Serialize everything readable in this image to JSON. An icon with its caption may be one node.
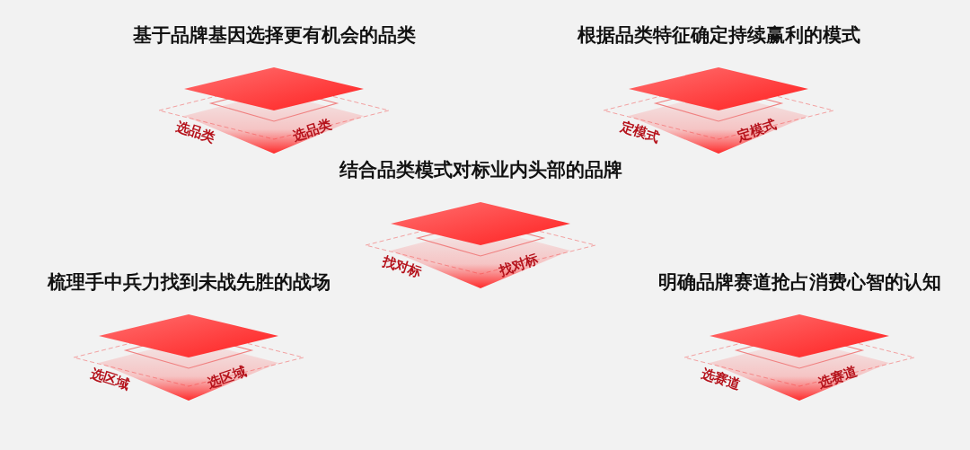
{
  "diagram": {
    "nodes": [
      {
        "text": [
          "基于品牌基因选择更有机会的品类",
          "选品类",
          "选品类"
        ]
      },
      {
        "text": [
          "根据品类特征确定持续赢利的模式",
          "定模式",
          "定模式"
        ]
      },
      {
        "text": [
          "结合品类模式对标业内头部的品牌",
          "找对标",
          "找对标"
        ]
      },
      {
        "text": [
          "梳理手中兵力找到未战先胜的战场",
          "选区域",
          "选区域"
        ]
      },
      {
        "text": [
          "明确品牌赛道抢占消费心智的认知",
          "选赛道",
          "选赛道"
        ]
      }
    ]
  }
}
